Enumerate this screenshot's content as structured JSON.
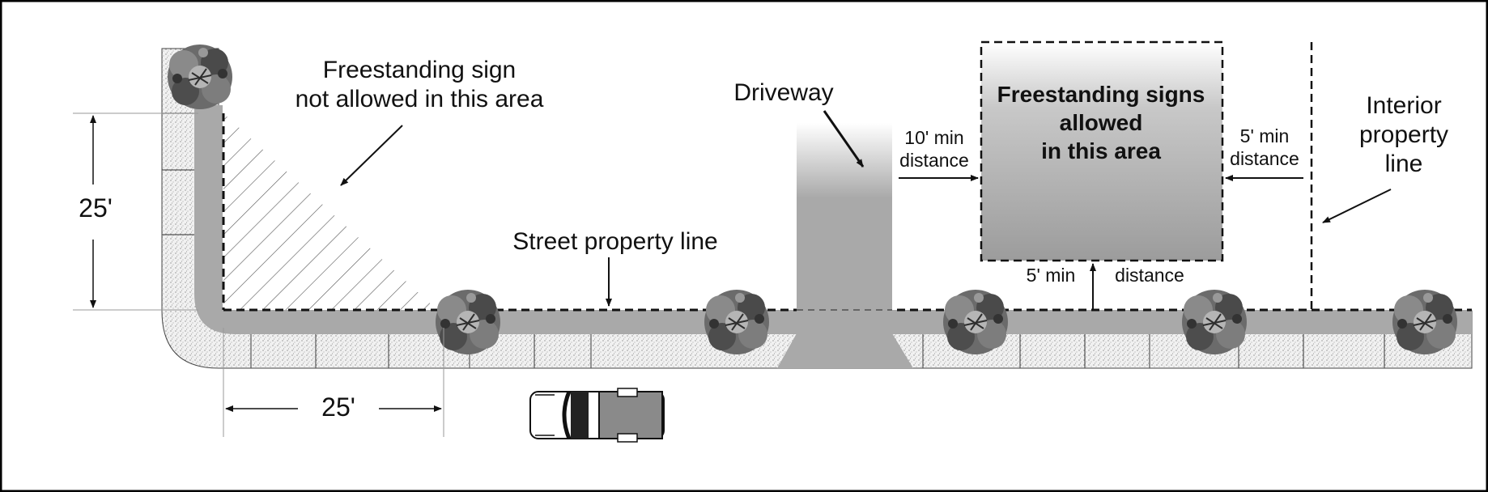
{
  "labels": {
    "no_sign_line1": "Freestanding sign",
    "no_sign_line2": "not allowed in this area",
    "driveway": "Driveway",
    "street_property_line": "Street property line",
    "allowed_line1": "Freestanding signs",
    "allowed_line2": "allowed",
    "allowed_line3": "in this area",
    "ten_min_line1": "10' min",
    "ten_min_line2": "distance",
    "five_min_right_line1": "5' min",
    "five_min_right_line2": "distance",
    "five_min_bottom_a": "5' min",
    "five_min_bottom_b": "distance",
    "interior_line1": "Interior",
    "interior_line2": "property",
    "interior_line3": "line",
    "dim_vertical": "25'",
    "dim_horizontal": "25'"
  },
  "colors": {
    "road": "#a9a9a9",
    "curb_speckle": "#ededed",
    "frame": "#000000",
    "shrub": "#5e5e5e"
  }
}
